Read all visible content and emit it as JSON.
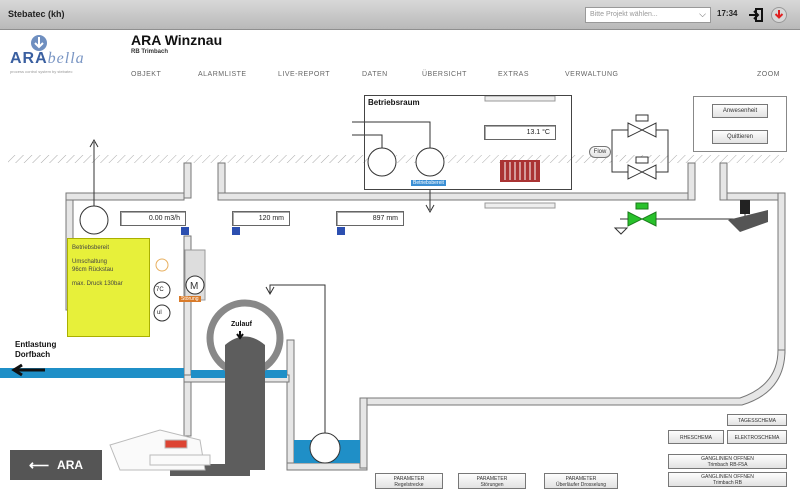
{
  "titlebar": {
    "app_name": "Stebatec (kh)",
    "project_placeholder": "Bitte Projekt wählen...",
    "clock": "17:34"
  },
  "logo": {
    "brand": "ARA",
    "brand_script": "bella",
    "tagline": "process control system by stebatec"
  },
  "header": {
    "title": "ARA Winznau",
    "subtitle": "RB Trimbach"
  },
  "nav": {
    "items": [
      "OBJEKT",
      "ALARMLISTE",
      "LIVE-REPORT",
      "DATEN",
      "ÜBERSICHT",
      "EXTRAS",
      "VERWALTUNG"
    ],
    "zoom": "ZOOM"
  },
  "room": {
    "title": "Betriebsraum",
    "temperature": "13.1 °C",
    "flow_label": "Flow",
    "pump_tag": "Betriebsbereit"
  },
  "panel": {
    "ack_button": "Anwesenheit",
    "quit_button": "Quittieren"
  },
  "displays": {
    "flow": "0.00 m3/h",
    "level1": "120 mm",
    "level2": "897 mm"
  },
  "info_box": {
    "line1": "Betriebsbereit",
    "line2": "Umschaltung",
    "line3": "96cm Rückstau",
    "line4": "max. Druck 130bar"
  },
  "badges": {
    "b1": "7C",
    "b2": "ul",
    "motor_tag": "Störung"
  },
  "labels": {
    "outflow_line1": "Entlastung",
    "outflow_line2": "Dorfbach",
    "inflow": "Zulauf"
  },
  "back_button": {
    "label": "ARA"
  },
  "bottom_buttons": [
    {
      "line1": "PARAMETER",
      "line2": "Regelstrecke"
    },
    {
      "line1": "PARAMETER",
      "line2": "Störungen"
    },
    {
      "line1": "PARAMETER",
      "line2": "Überläufer Drosselung"
    }
  ],
  "right_buttons": {
    "tagesschema": "TAGESSCHEMA",
    "rheschema": "RHESCHEMA",
    "elektroschema": "ELEKTROSCHEMA",
    "ganglinie1_line1": "GANGLINIEN OFFNEN",
    "ganglinie1_line2": "Trimbach RB-F5A",
    "ganglinie2_line1": "GANGLINIEN OFFNEN",
    "ganglinie2_line2": "Trimbach RB"
  },
  "colors": {
    "water": "#1f8fc7",
    "yellow_box": "#e7f03a",
    "valve_open": "#28c12b",
    "nav_text": "#666666"
  }
}
